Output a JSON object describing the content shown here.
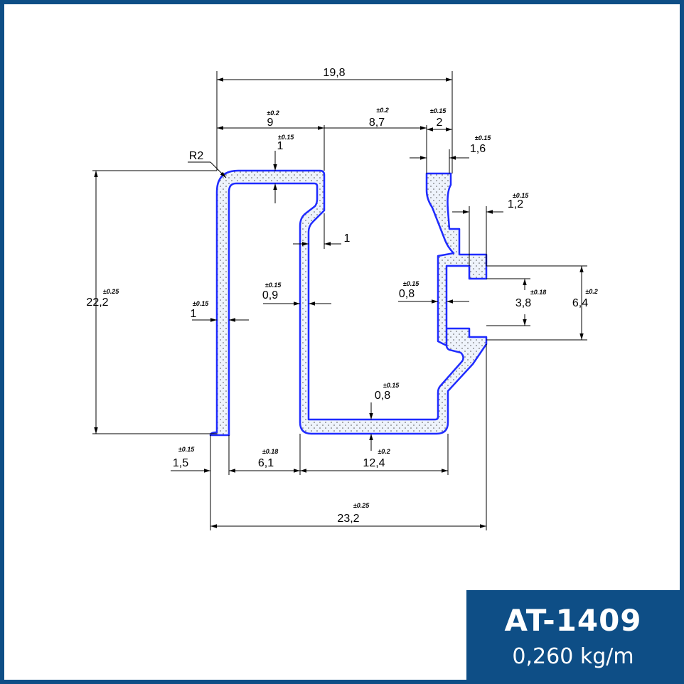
{
  "product": {
    "code": "AT-1409",
    "weight": "0,260 kg/m"
  },
  "colors": {
    "frame": "#0e4e86",
    "profile_outline": "#1f2bff",
    "profile_fill": "#eef3fb"
  },
  "dimensions": {
    "total_top": {
      "value": "19,8"
    },
    "top_left": {
      "value": "9",
      "tol": "±0.2"
    },
    "top_mid": {
      "value": "8,7",
      "tol": "±0.2"
    },
    "top_right": {
      "value": "2",
      "tol": "±0.15"
    },
    "top_lip": {
      "value": "1",
      "tol": "±0.15"
    },
    "lip_right": {
      "value": "1,6",
      "tol": "±0.15"
    },
    "teeth": {
      "value": "1,2",
      "tol": "±0.15"
    },
    "radius": {
      "value": "R2"
    },
    "inner_wall": {
      "value": "1"
    },
    "height": {
      "value": "22,2",
      "tol": "±0.25"
    },
    "left_wall": {
      "value": "1",
      "tol": "±0.15"
    },
    "mid_wall": {
      "value": "0,9",
      "tol": "±0.15"
    },
    "right_wall": {
      "value": "0,8",
      "tol": "±0.15"
    },
    "slot": {
      "value": "3,8",
      "tol": "±0.18"
    },
    "slot_outer": {
      "value": "6,4",
      "tol": "±0.2"
    },
    "bottom_wall": {
      "value": "0,8",
      "tol": "±0.15"
    },
    "bottom_left": {
      "value": "1,5",
      "tol": "±0.15"
    },
    "bottom_mid": {
      "value": "6,1",
      "tol": "±0.18"
    },
    "bottom_right": {
      "value": "12,4",
      "tol": "±0.2"
    },
    "total_bottom": {
      "value": "23,2",
      "tol": "±0.25"
    }
  }
}
